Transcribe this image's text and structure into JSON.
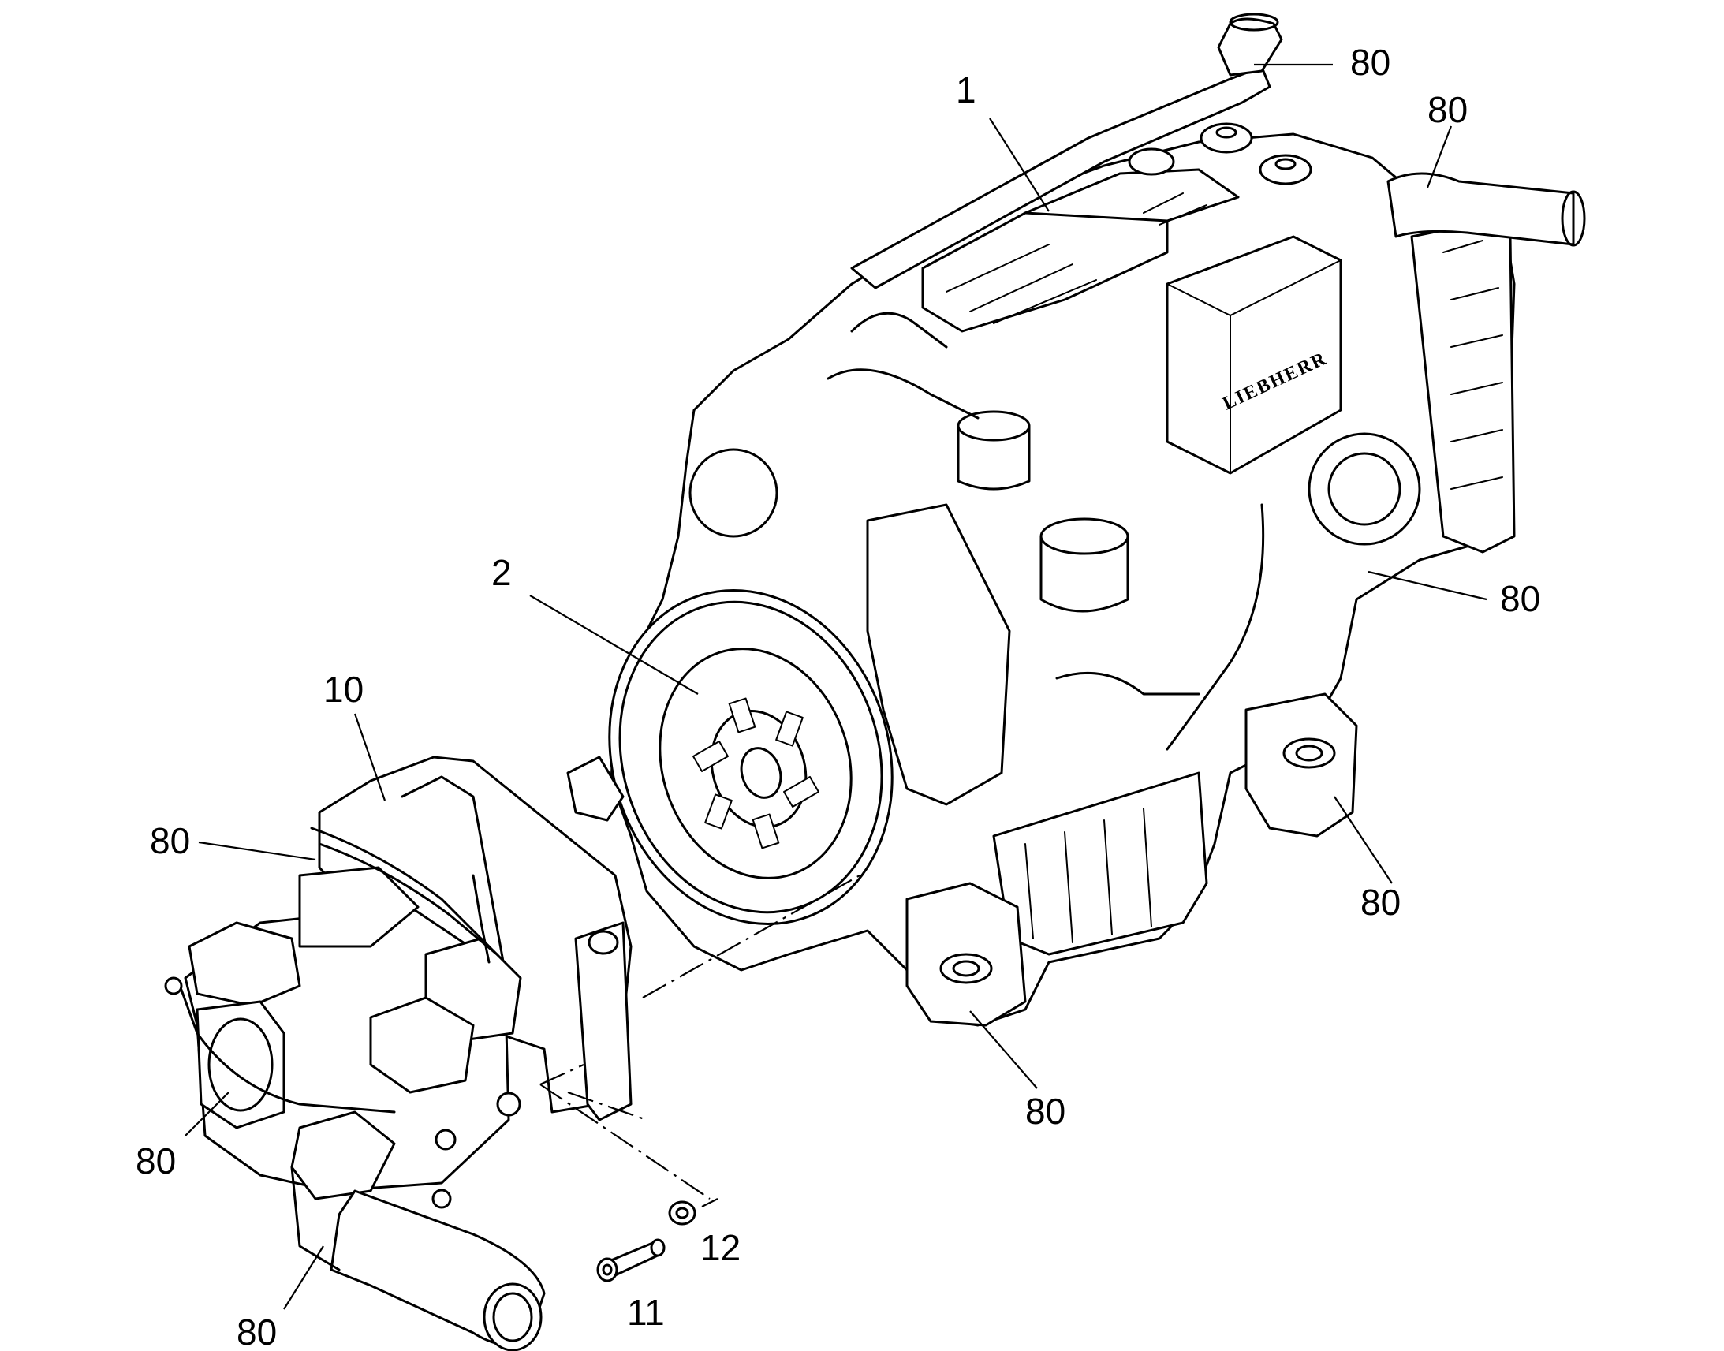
{
  "diagram": {
    "brand_plate": "LIEBHERR",
    "callouts": [
      {
        "id": "c-1",
        "label": "1"
      },
      {
        "id": "c-2",
        "label": "2"
      },
      {
        "id": "c-10",
        "label": "10"
      },
      {
        "id": "c-11",
        "label": "11"
      },
      {
        "id": "c-12",
        "label": "12"
      },
      {
        "id": "c-80-top-hose",
        "label": "80"
      },
      {
        "id": "c-80-right-hose",
        "label": "80"
      },
      {
        "id": "c-80-right-mount",
        "label": "80"
      },
      {
        "id": "c-80-rear-mount",
        "label": "80"
      },
      {
        "id": "c-80-front-mount",
        "label": "80"
      },
      {
        "id": "c-80-pump-lines",
        "label": "80"
      },
      {
        "id": "c-80-pump-port",
        "label": "80"
      },
      {
        "id": "c-80-pump-hose",
        "label": "80"
      }
    ]
  }
}
